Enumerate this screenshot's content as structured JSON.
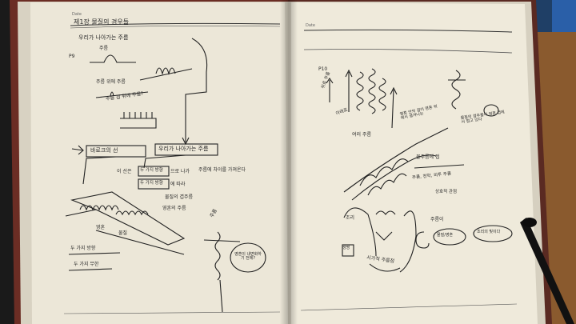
{
  "left_page": {
    "date_label": "Date",
    "heading": "제1장 물질의 경우들",
    "subheading": "우리가 나아가는 주름",
    "page_num_a": "P9",
    "fold_label": "주름",
    "fold_on_fold": "주름 위에 주름",
    "fold_on_folds": "주름 겹 위에 주름?",
    "baroque_line": "바로크의 선",
    "folds_advancing": "우리가 나아가는 주름",
    "this_line": "이 선은",
    "two_directions_a": "두 가지 방향",
    "goes_out": "으로 나가",
    "difference": "주름에 차이를 가져온다",
    "two_directions_b": "두 가지 방향",
    "according": "에 따라",
    "matter_folds": "물질의 겹주름",
    "soul_folds": "영혼의 주름",
    "bottom_fold": "주름",
    "matter_side": "물질",
    "two_dir_bottom": "두 가지 방향",
    "two_dir_bottom2": "두 가지 무한",
    "soul_word": "영혼",
    "soul_circle": "영혼이 내면화하기 전에?"
  },
  "right_page": {
    "date_label": "Date",
    "page_num_b": "P10",
    "arrows_label": "위로 주름",
    "outer_folds": "여러 주름",
    "up_label": "아래로",
    "soul_fold_note": "영혼 안의 겹이 영혼 위에서 생겨나는",
    "matter_note": "물질의 겹주름이 영혼 겹에서 접고 있다",
    "cloth_label": "물주름에 접",
    "cloth_note": "주름, 천막, 외투 주름",
    "cloth_note2": "상호적 관점",
    "bulb_left": "조리",
    "bulb_box": "생명",
    "tube_label": "시가적 주름점",
    "fold_text": "주름이",
    "seed_a": "물질/영혼",
    "seed_b": "조리의 빛이다"
  },
  "colors": {
    "paper": "#ece7d8",
    "ink": "#2a2a2a",
    "background": "#1f3f66",
    "wood": "#8a5a2e"
  }
}
